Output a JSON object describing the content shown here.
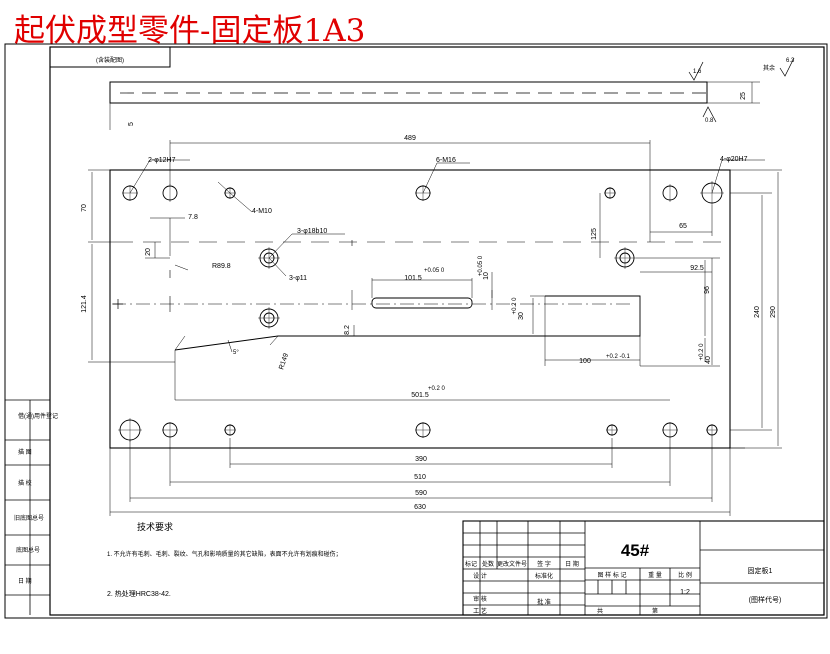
{
  "title": "起伏成型零件-固定板1A3",
  "stamp_label": "(含装配图)",
  "surface_finish": {
    "top": "1.6",
    "right_rest": "6.3",
    "right_label": "其余",
    "bottom": "0.8"
  },
  "dimensions": {
    "d489": "489",
    "d25": "25",
    "d5": "5",
    "d70": "70",
    "d7_8": "7.8",
    "d20": "20",
    "d125": "125",
    "d65": "65",
    "d121_4": "121.4",
    "d92_5": "92.5",
    "d96": "96",
    "d240": "240",
    "d290": "290",
    "d8_2": "8.2",
    "d5deg": "5°",
    "d40": "40",
    "d40_tol": "+0.2 0",
    "d100": "100",
    "d100_tol": "+0.2 -0.1",
    "d30": "30",
    "d30_tol": "+0.2 0",
    "d101_5": "101.5",
    "d101_5_tol": "+0.05 0",
    "d10": "10",
    "d10_tol": "+0.05 0",
    "d501_5": "501.5",
    "d501_5_tol": "+0.2 0",
    "d390": "390",
    "d510": "510",
    "d590": "590",
    "d630": "630",
    "r89_8": "R89.8",
    "r149": "R149"
  },
  "callouts": {
    "c1": "2-φ12H7",
    "c2": "6-M16",
    "c3": "4-φ20H7",
    "c4": "4-M10",
    "c5": "3-φ18b10",
    "c6": "3-φ11"
  },
  "notes": {
    "heading": "技术要求",
    "line1": "1. 不允许有毛刺、毛刺、裂纹、气孔和影响质量的其它缺陷，表面不允许有划痕和碰伤；",
    "line2": "2. 热处理HRC38-42."
  },
  "side_labels": [
    "借(通)用件登记",
    "描 图",
    "描 校",
    "旧底图总号",
    "底图总号",
    "日 期"
  ],
  "title_block": {
    "material": "45#",
    "part_name": "固定板1",
    "drawing_code": "(图样代号)",
    "scale": "1:2",
    "h_mark": "标记",
    "h_count": "处数",
    "h_zone": "更改文件号",
    "h_sign": "签 字",
    "h_date": "日 期",
    "r_design": "设 计",
    "r_standard": "标准化",
    "r_check": "审 核",
    "r_process": "工 艺",
    "r_approve": "批 准",
    "g_stage": "图 样 标 记",
    "g_weight": "重 量",
    "g_scale": "比 例",
    "g_sheets": "共",
    "g_sheet": "第"
  }
}
